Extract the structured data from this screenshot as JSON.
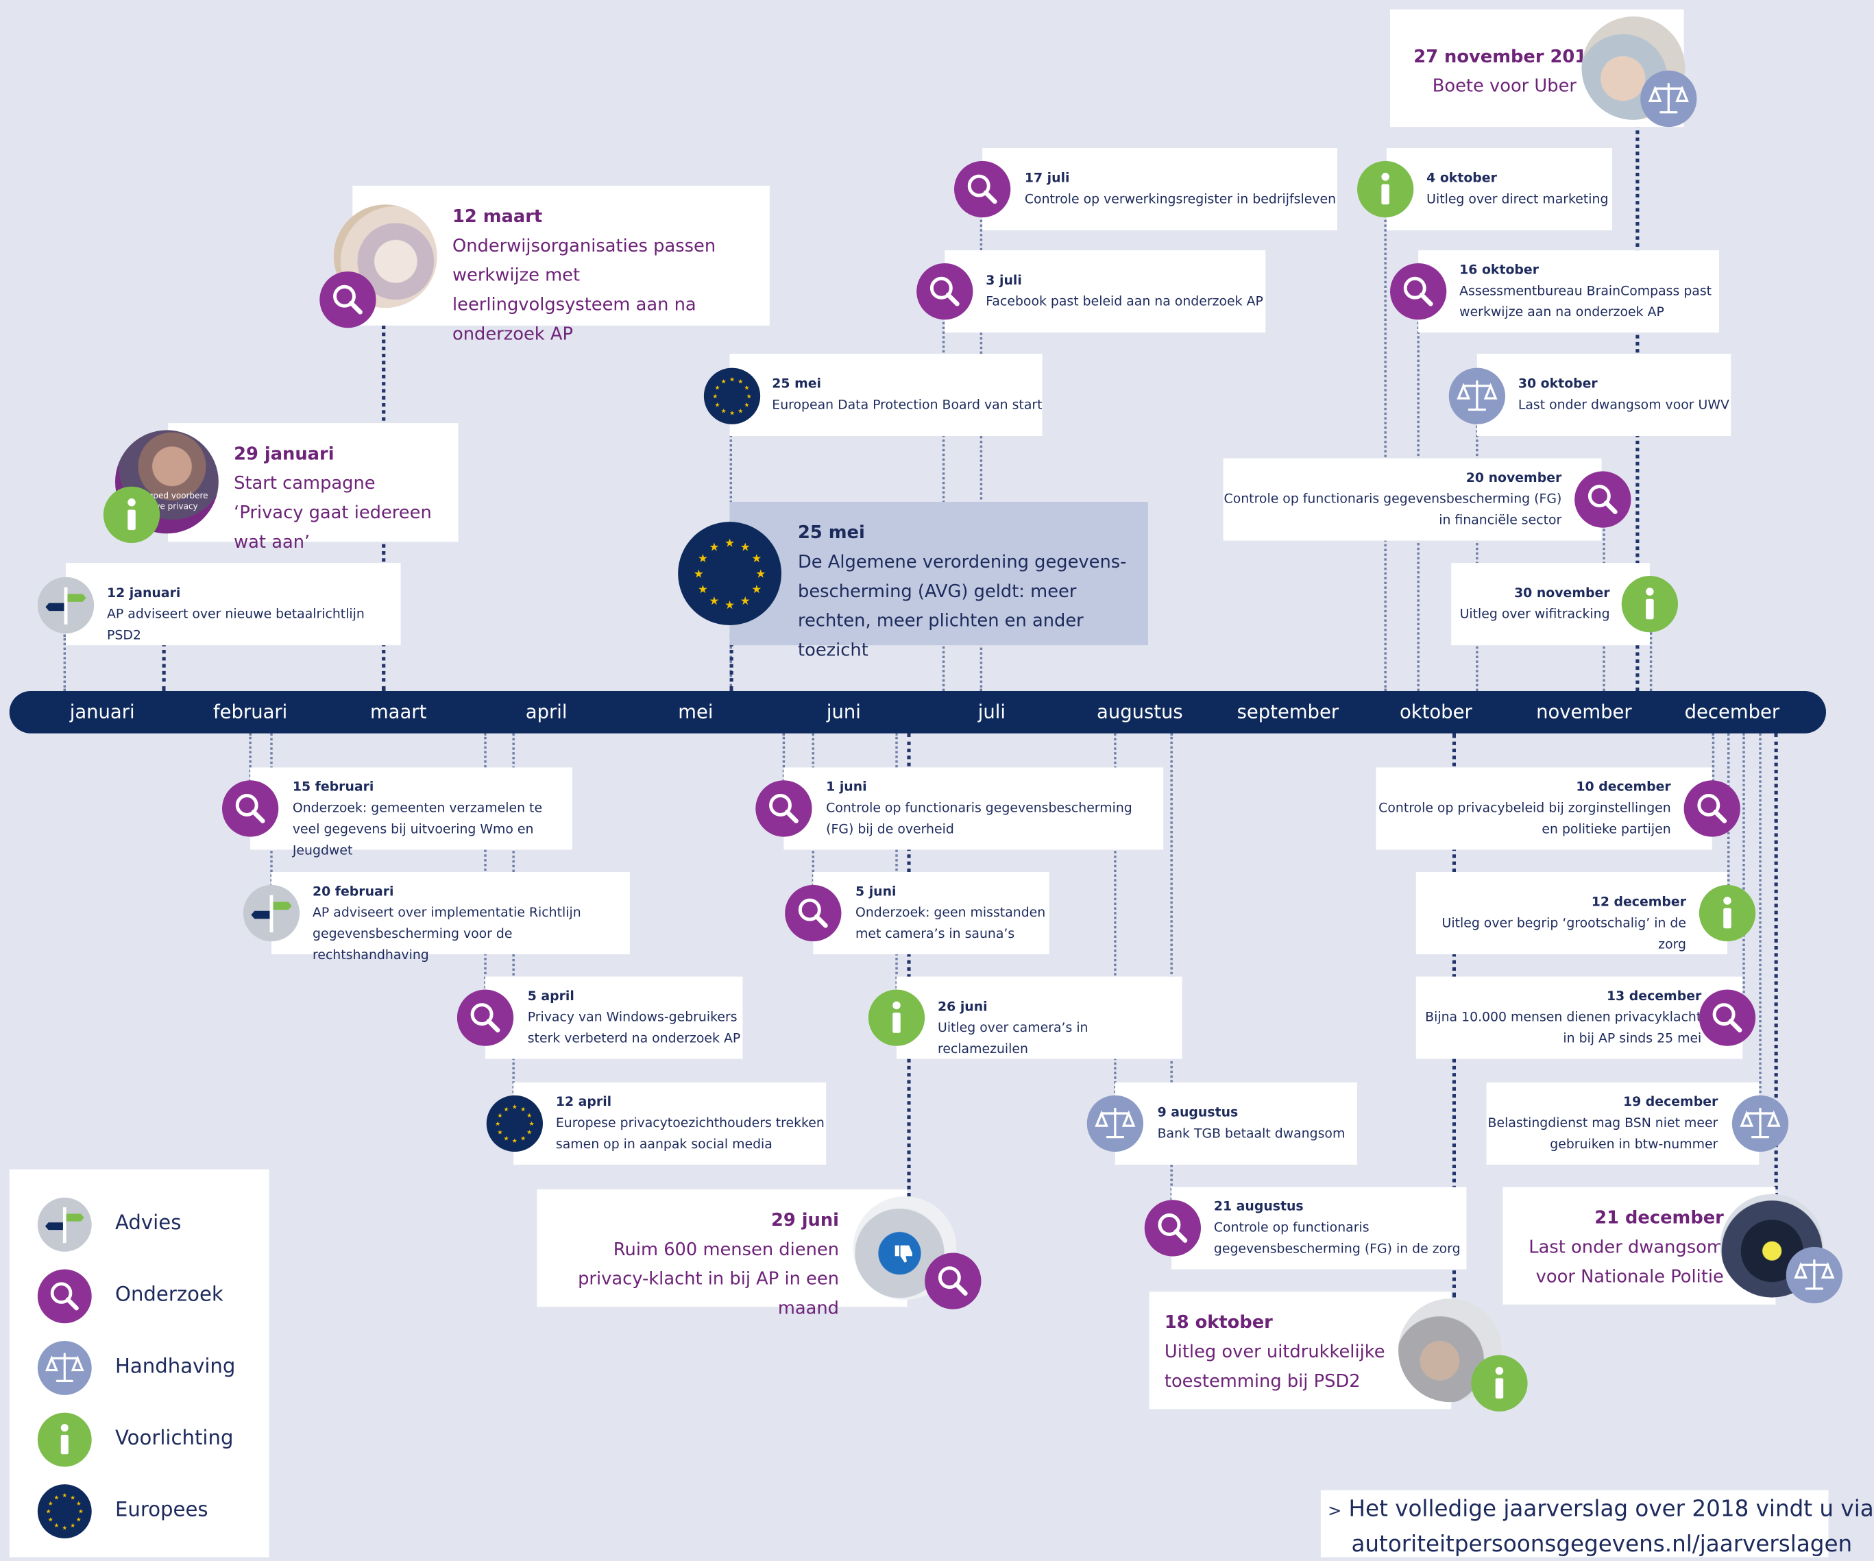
{
  "months": [
    "januari",
    "februari",
    "maart",
    "april",
    "mei",
    "juni",
    "juli",
    "augustus",
    "september",
    "oktober",
    "november",
    "december"
  ],
  "legend": {
    "advies": "Advies",
    "onderzoek": "Onderzoek",
    "handhaving": "Handhaving",
    "voorlichting": "Voorlichting",
    "europees": "Europees"
  },
  "footer": {
    "arrow": ">",
    "line1": "Het volledige jaarverslag over 2018 vindt u via",
    "line2": "autoriteitpersoonsgegevens.nl/jaarverslagen"
  },
  "events": {
    "jan12": {
      "date": "12 januari",
      "text": "AP adviseert over nieuwe betaalrichtlijn PSD2",
      "category": "Advies"
    },
    "jan29": {
      "date": "29 januari",
      "text": "Start campagne ‘Privacy gaat iedereen wat aan’",
      "category": "Voorlichting",
      "photo_text": "goed voorbere uwe privacy"
    },
    "mar12": {
      "date": "12 maart",
      "text": "Onderwijsorganisaties passen werkwijze met leerlingvolgsysteem aan na onderzoek AP",
      "category": "Onderzoek"
    },
    "may25a": {
      "date": "25 mei",
      "text": "European Data Protection Board van start",
      "category": "Europees"
    },
    "may25b": {
      "date": "25 mei",
      "text": "De Algemene verordening gegevens-bescherming (AVG) geldt: meer rechten, meer plichten en ander toezicht",
      "category": "Europees"
    },
    "jul3": {
      "date": "3 juli",
      "text": "Facebook past beleid aan na onderzoek AP",
      "category": "Onderzoek"
    },
    "jul17": {
      "date": "17 juli",
      "text": "Controle op verwerkingsregister in bedrijfsleven",
      "category": "Onderzoek"
    },
    "nov27": {
      "date": "27 november 2018",
      "text": "Boete voor Uber",
      "category": "Handhaving"
    },
    "oct4": {
      "date": "4 oktober",
      "text": "Uitleg over direct marketing",
      "category": "Voorlichting"
    },
    "oct16": {
      "date": "16 oktober",
      "text": "Assessmentbureau BrainCompass past werkwijze aan na onderzoek AP",
      "category": "Onderzoek"
    },
    "oct30": {
      "date": "30 oktober",
      "text": "Last onder dwangsom voor UWV",
      "category": "Handhaving"
    },
    "nov20": {
      "date": "20 november",
      "text": "Controle op functionaris gegevensbescherming (FG) in financiële sector",
      "category": "Onderzoek"
    },
    "nov30": {
      "date": "30 november",
      "text": "Uitleg over wifitracking",
      "category": "Voorlichting"
    },
    "feb15": {
      "date": "15 februari",
      "text": "Onderzoek: gemeenten verzamelen te veel gegevens bij uitvoering Wmo en Jeugdwet",
      "category": "Onderzoek"
    },
    "feb20": {
      "date": "20 februari",
      "text": "AP adviseert over implementatie Richtlijn gegevensbescherming voor de rechtshandhaving",
      "category": "Advies"
    },
    "apr5": {
      "date": "5 april",
      "text": "Privacy van Windows-gebruikers sterk verbeterd na onderzoek AP",
      "category": "Onderzoek"
    },
    "apr12": {
      "date": "12 april",
      "text": "Europese privacytoezichthouders trekken samen op in aanpak social media",
      "category": "Europees"
    },
    "jun1": {
      "date": "1 juni",
      "text": "Controle op functionaris gegevensbescherming (FG) bij de overheid",
      "category": "Onderzoek"
    },
    "jun5": {
      "date": "5 juni",
      "text": "Onderzoek: geen misstanden met camera’s in sauna’s",
      "category": "Onderzoek"
    },
    "jun26": {
      "date": "26 juni",
      "text": "Uitleg over camera’s in reclamezuilen",
      "category": "Voorlichting"
    },
    "jun29": {
      "date": "29 juni",
      "text": "Ruim 600 mensen dienen privacy-klacht in bij AP in een maand",
      "category": "Onderzoek"
    },
    "aug9": {
      "date": "9 augustus",
      "text": "Bank TGB betaalt dwangsom",
      "category": "Handhaving"
    },
    "aug21": {
      "date": "21 augustus",
      "text": "Controle op functionaris gegevensbescherming (FG) in de zorg",
      "category": "Onderzoek"
    },
    "oct18": {
      "date": "18 oktober",
      "text": "Uitleg over uitdrukkelijke toestemming bij PSD2",
      "category": "Voorlichting"
    },
    "dec10": {
      "date": "10 december",
      "text": "Controle op privacybeleid bij zorginstellingen en politieke partijen",
      "category": "Onderzoek"
    },
    "dec12": {
      "date": "12 december",
      "text": "Uitleg over begrip ‘grootschalig’ in de zorg",
      "category": "Voorlichting"
    },
    "dec13": {
      "date": "13 december",
      "text": "Bijna 10.000 mensen dienen privacyklacht in bij AP sinds 25 mei",
      "category": "Onderzoek"
    },
    "dec19": {
      "date": "19 december",
      "text": "Belastingdienst mag BSN niet meer gebruiken in btw-nummer",
      "category": "Handhaving"
    },
    "dec21": {
      "date": "21 december",
      "text": "Last onder dwangsom voor Nationale Politie",
      "category": "Handhaving"
    }
  },
  "colors": {
    "timeline_bar": "#0e2a5c",
    "onderzoek": "#8e3196",
    "voorlichting": "#7dbd4c",
    "handhaving": "#8c9bc6",
    "europees": "#0e2a5c",
    "advies": "#c5c9d1",
    "big_date_text": "#6d2378",
    "highlight_box": "#c0c9df",
    "background": "#e2e5ef"
  }
}
